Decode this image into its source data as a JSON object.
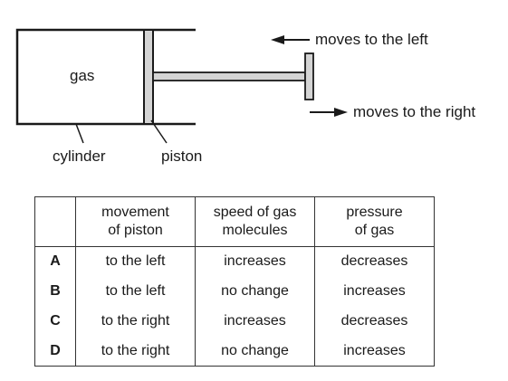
{
  "diagram": {
    "gas_label": "gas",
    "cylinder_label": "cylinder",
    "piston_label": "piston",
    "left_label": "moves to the left",
    "right_label": "moves to the right"
  },
  "table": {
    "headers": [
      "",
      "movement\nof piston",
      "speed of gas\nmolecules",
      "pressure\nof gas"
    ],
    "rows": [
      {
        "key": "A",
        "movement": "to the left",
        "speed": "increases",
        "pressure": "decreases"
      },
      {
        "key": "B",
        "movement": "to the left",
        "speed": "no change",
        "pressure": "increases"
      },
      {
        "key": "C",
        "movement": "to the right",
        "speed": "increases",
        "pressure": "decreases"
      },
      {
        "key": "D",
        "movement": "to the right",
        "speed": "no change",
        "pressure": "increases"
      }
    ]
  }
}
